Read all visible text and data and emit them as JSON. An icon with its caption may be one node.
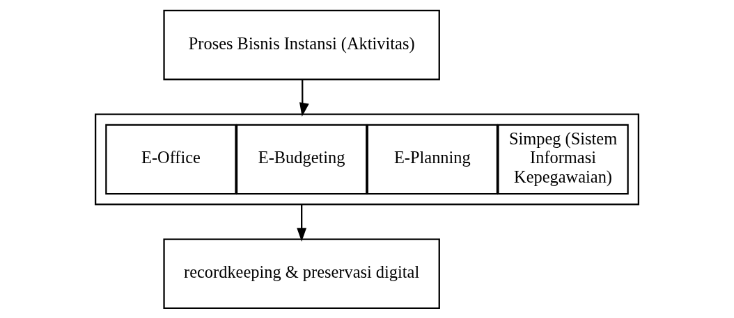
{
  "diagram": {
    "nodes": [
      {
        "text": [
          "Proses Bisnis Instansi (Aktivitas)"
        ]
      },
      {
        "text": [],
        "shape": "box"
      },
      {
        "text": [
          "Simpeg (Sistem Informasi Kepegawaian)"
        ],
        "in": 1
      },
      {
        "text": [
          "E-Planning"
        ],
        "in": 1
      },
      {
        "text": [
          "E-Budgeting"
        ],
        "in": 1
      },
      {
        "text": [
          "E-Office"
        ],
        "in": 1
      },
      {
        "text": [
          "recordkeeping & preservasi digital"
        ]
      }
    ],
    "edges": [
      {
        "from": 0,
        "to": 1,
        "arrow": "to"
      },
      {
        "from": 1,
        "to": 6,
        "arrow": "to"
      }
    ]
  }
}
